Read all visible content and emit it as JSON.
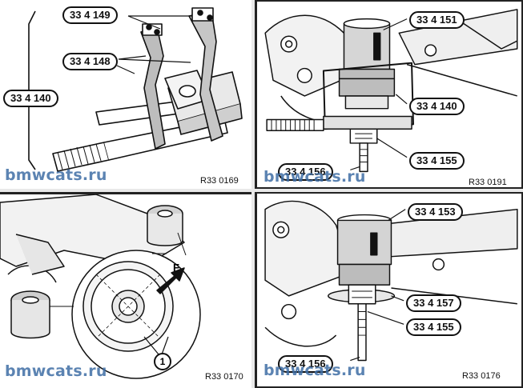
{
  "panels": [
    {
      "labels": {
        "l1": "33 4 149",
        "l2": "33 4 148",
        "l3": "33 4 140"
      },
      "ref": "R33 0169",
      "watermark": "bmwcats.ru"
    },
    {
      "labels": {
        "l1": "33 4 151",
        "l2": "33 4 140",
        "l3": "33 4 155",
        "l4": "33 4 156"
      },
      "ref": "R33 0191",
      "watermark": "bmwcats.ru"
    },
    {
      "labels": {
        "callout": "1",
        "force": "F"
      },
      "ref": "R33 0170",
      "watermark": "bmwcats.ru"
    },
    {
      "labels": {
        "l1": "33 4 153",
        "l2": "33 4 157",
        "l3": "33 4 155",
        "l4": "33 4 156"
      },
      "ref": "R33 0176",
      "watermark": "bmwcats.ru"
    }
  ]
}
